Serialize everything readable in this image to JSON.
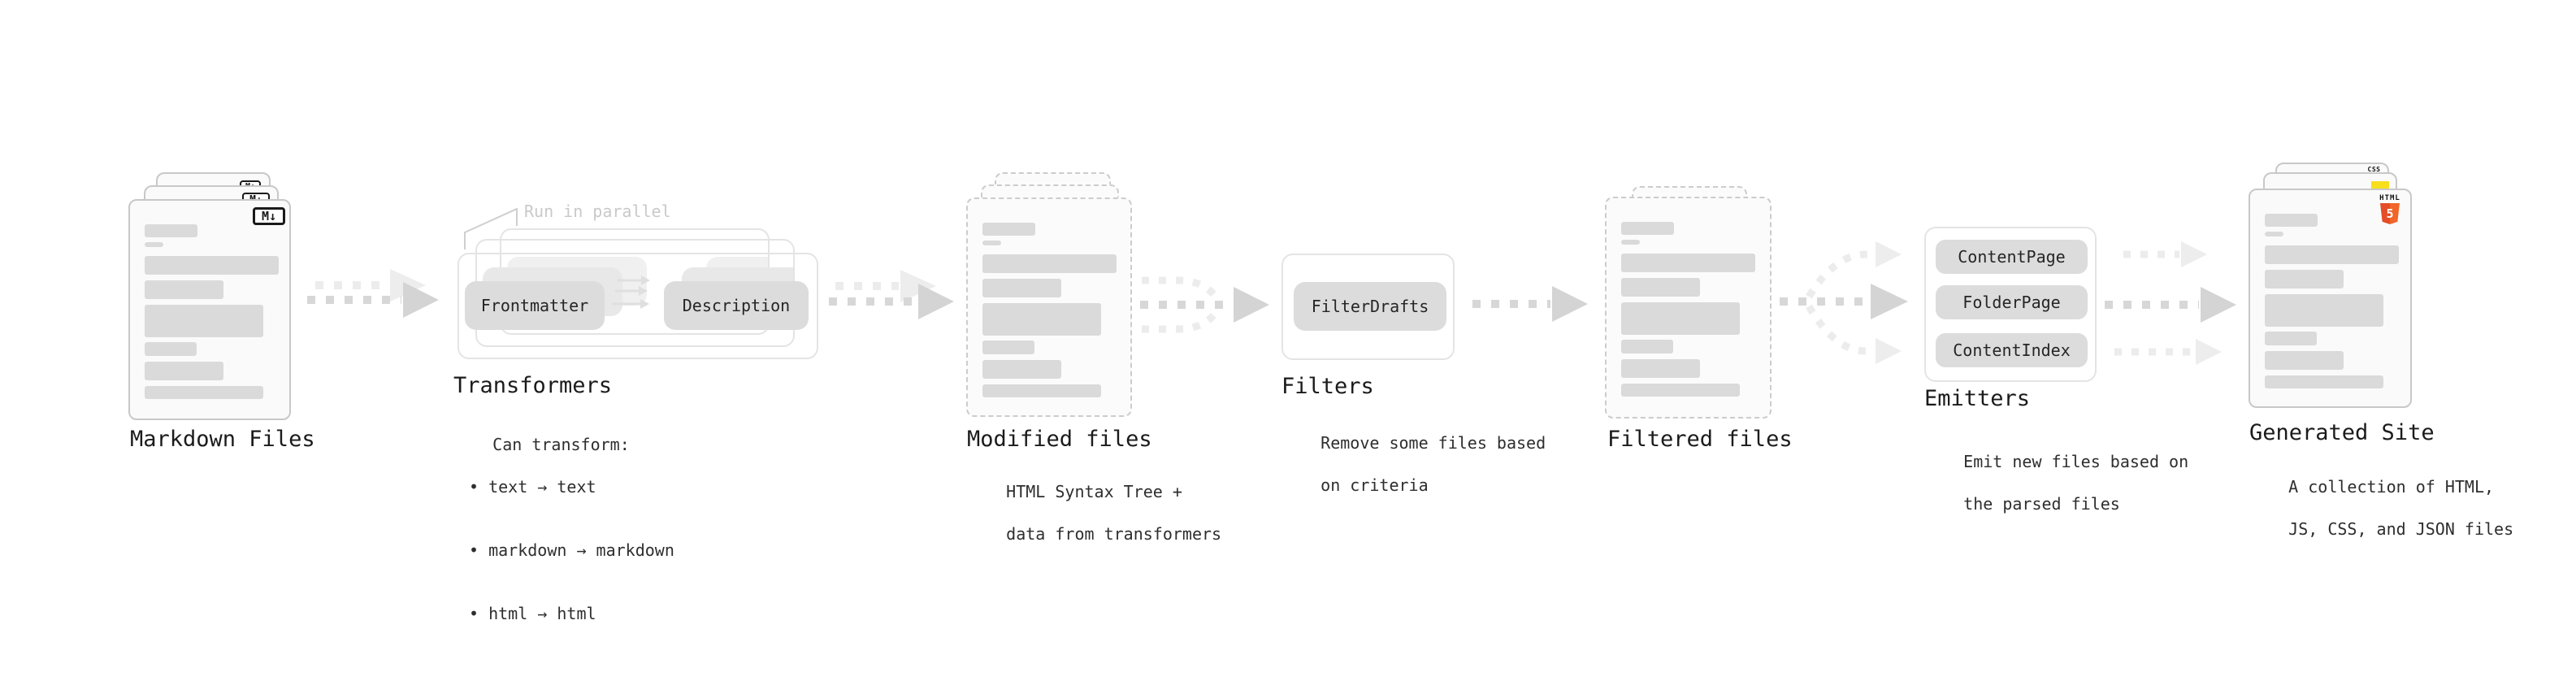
{
  "diagram": {
    "markdown": {
      "title": "Markdown Files",
      "badge": "M↓"
    },
    "transformers": {
      "note": "Run in parallel",
      "nodes": [
        "Frontmatter",
        "Description"
      ],
      "title": "Transformers",
      "desc_heading": "Can transform:",
      "bullets": [
        "• text → text",
        "• markdown → markdown",
        "• html → html"
      ]
    },
    "modified": {
      "title": "Modified files",
      "desc": [
        "HTML Syntax Tree +",
        "data from transformers"
      ]
    },
    "filters": {
      "title": "Filters",
      "nodes": [
        "FilterDrafts"
      ],
      "desc": [
        "Remove some files based",
        "on criteria"
      ]
    },
    "filtered": {
      "title": "Filtered files"
    },
    "emitters": {
      "title": "Emitters",
      "nodes": [
        "ContentPage",
        "FolderPage",
        "ContentIndex"
      ],
      "desc": [
        "Emit new files based on",
        "the parsed files"
      ]
    },
    "generated": {
      "title": "Generated Site",
      "desc": [
        "A collection of HTML,",
        "JS, CSS, and JSON files"
      ],
      "badges": {
        "css": "CSS",
        "html": "HTML",
        "html_number": "5"
      }
    }
  },
  "colors": {
    "css_blue": "#2d63ea",
    "js_yellow": "#f7df1e",
    "html_orange": "#e44d26",
    "html_orange_light": "#f16529"
  }
}
